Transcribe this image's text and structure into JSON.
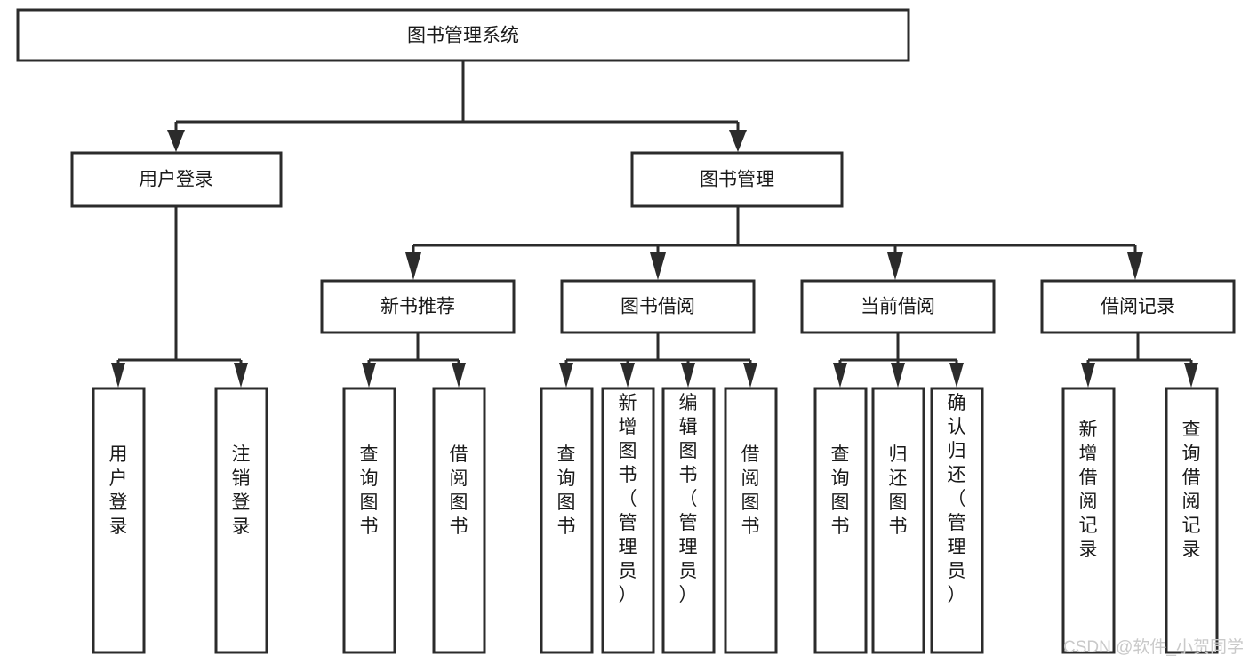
{
  "diagram": {
    "type": "tree-hierarchy-chart",
    "title": "图书管理系统",
    "root": {
      "id": "root",
      "label": "图书管理系统",
      "level": 0
    },
    "level2": [
      {
        "id": "user-login",
        "label": "用户登录"
      },
      {
        "id": "book-management",
        "label": "图书管理"
      }
    ],
    "level3": [
      {
        "id": "new-book-recommend",
        "label": "新书推荐",
        "parent": "book-management"
      },
      {
        "id": "book-borrow",
        "label": "图书借阅",
        "parent": "book-management"
      },
      {
        "id": "current-borrow",
        "label": "当前借阅",
        "parent": "book-management"
      },
      {
        "id": "borrow-record",
        "label": "借阅记录",
        "parent": "book-management"
      }
    ],
    "leaves": [
      {
        "id": "leaf-user-login",
        "label": "用户登录",
        "parent": "user-login"
      },
      {
        "id": "leaf-logout-login",
        "label": "注销登录",
        "parent": "user-login"
      },
      {
        "id": "leaf-query-book-1",
        "label": "查询图书",
        "parent": "new-book-recommend"
      },
      {
        "id": "leaf-borrow-book-1",
        "label": "借阅图书",
        "parent": "new-book-recommend"
      },
      {
        "id": "leaf-query-book-2",
        "label": "查询图书",
        "parent": "book-borrow"
      },
      {
        "id": "leaf-add-book",
        "label": "新增图书（管理员）",
        "parent": "book-borrow"
      },
      {
        "id": "leaf-edit-book",
        "label": "编辑图书（管理员）",
        "parent": "book-borrow"
      },
      {
        "id": "leaf-borrow-book-2",
        "label": "借阅图书",
        "parent": "book-borrow"
      },
      {
        "id": "leaf-query-book-3",
        "label": "查询图书",
        "parent": "current-borrow"
      },
      {
        "id": "leaf-return-book",
        "label": "归还图书",
        "parent": "current-borrow"
      },
      {
        "id": "leaf-confirm-return",
        "label": "确认归还（管理员）",
        "parent": "current-borrow"
      },
      {
        "id": "leaf-add-record",
        "label": "新增借阅记录",
        "parent": "borrow-record"
      },
      {
        "id": "leaf-query-record",
        "label": "查询借阅记录",
        "parent": "borrow-record"
      }
    ],
    "watermark": "CSDN @软件_小贺同学",
    "colors": {
      "box_stroke": "#2b2b2b",
      "box_fill": "#ffffff",
      "text": "#1a1a1a",
      "connector": "#2b2b2b",
      "watermark": "#c9c9c9",
      "background": "#ffffff"
    }
  }
}
